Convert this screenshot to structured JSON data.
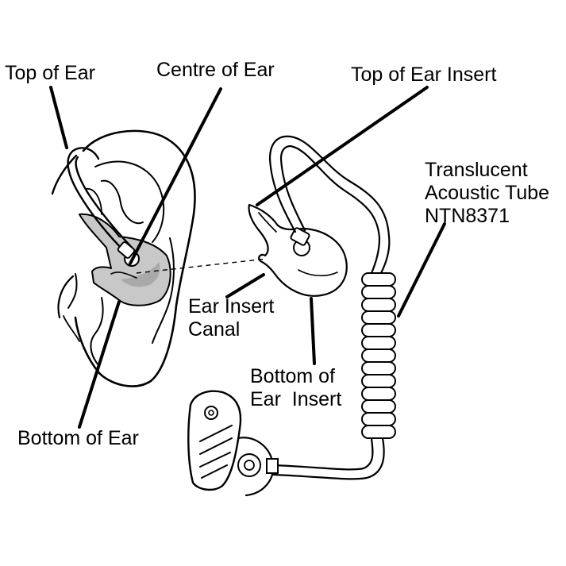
{
  "colors": {
    "ink": "#000000",
    "background": "#ffffff",
    "insert_fill": "#c8c8c8",
    "insert_shade": "#a9a9a9"
  },
  "labels": {
    "top_of_ear": "Top of Ear",
    "centre_of_ear": "Centre of Ear",
    "top_of_ear_insert": "Top of Ear Insert",
    "translucent_tube": [
      "Translucent",
      "Acoustic Tube",
      "NTN8371"
    ],
    "ear_insert_canal": [
      "Ear Insert",
      "Canal"
    ],
    "bottom_of_ear_insert": [
      "Bottom of",
      "Ear  Insert"
    ],
    "bottom_of_ear": "Bottom of Ear"
  },
  "icons": {
    "ear": "ear-outline-icon",
    "insert": "ear-insert-icon",
    "tube": "coiled-tube-icon",
    "clip": "earpiece-clip-icon"
  }
}
